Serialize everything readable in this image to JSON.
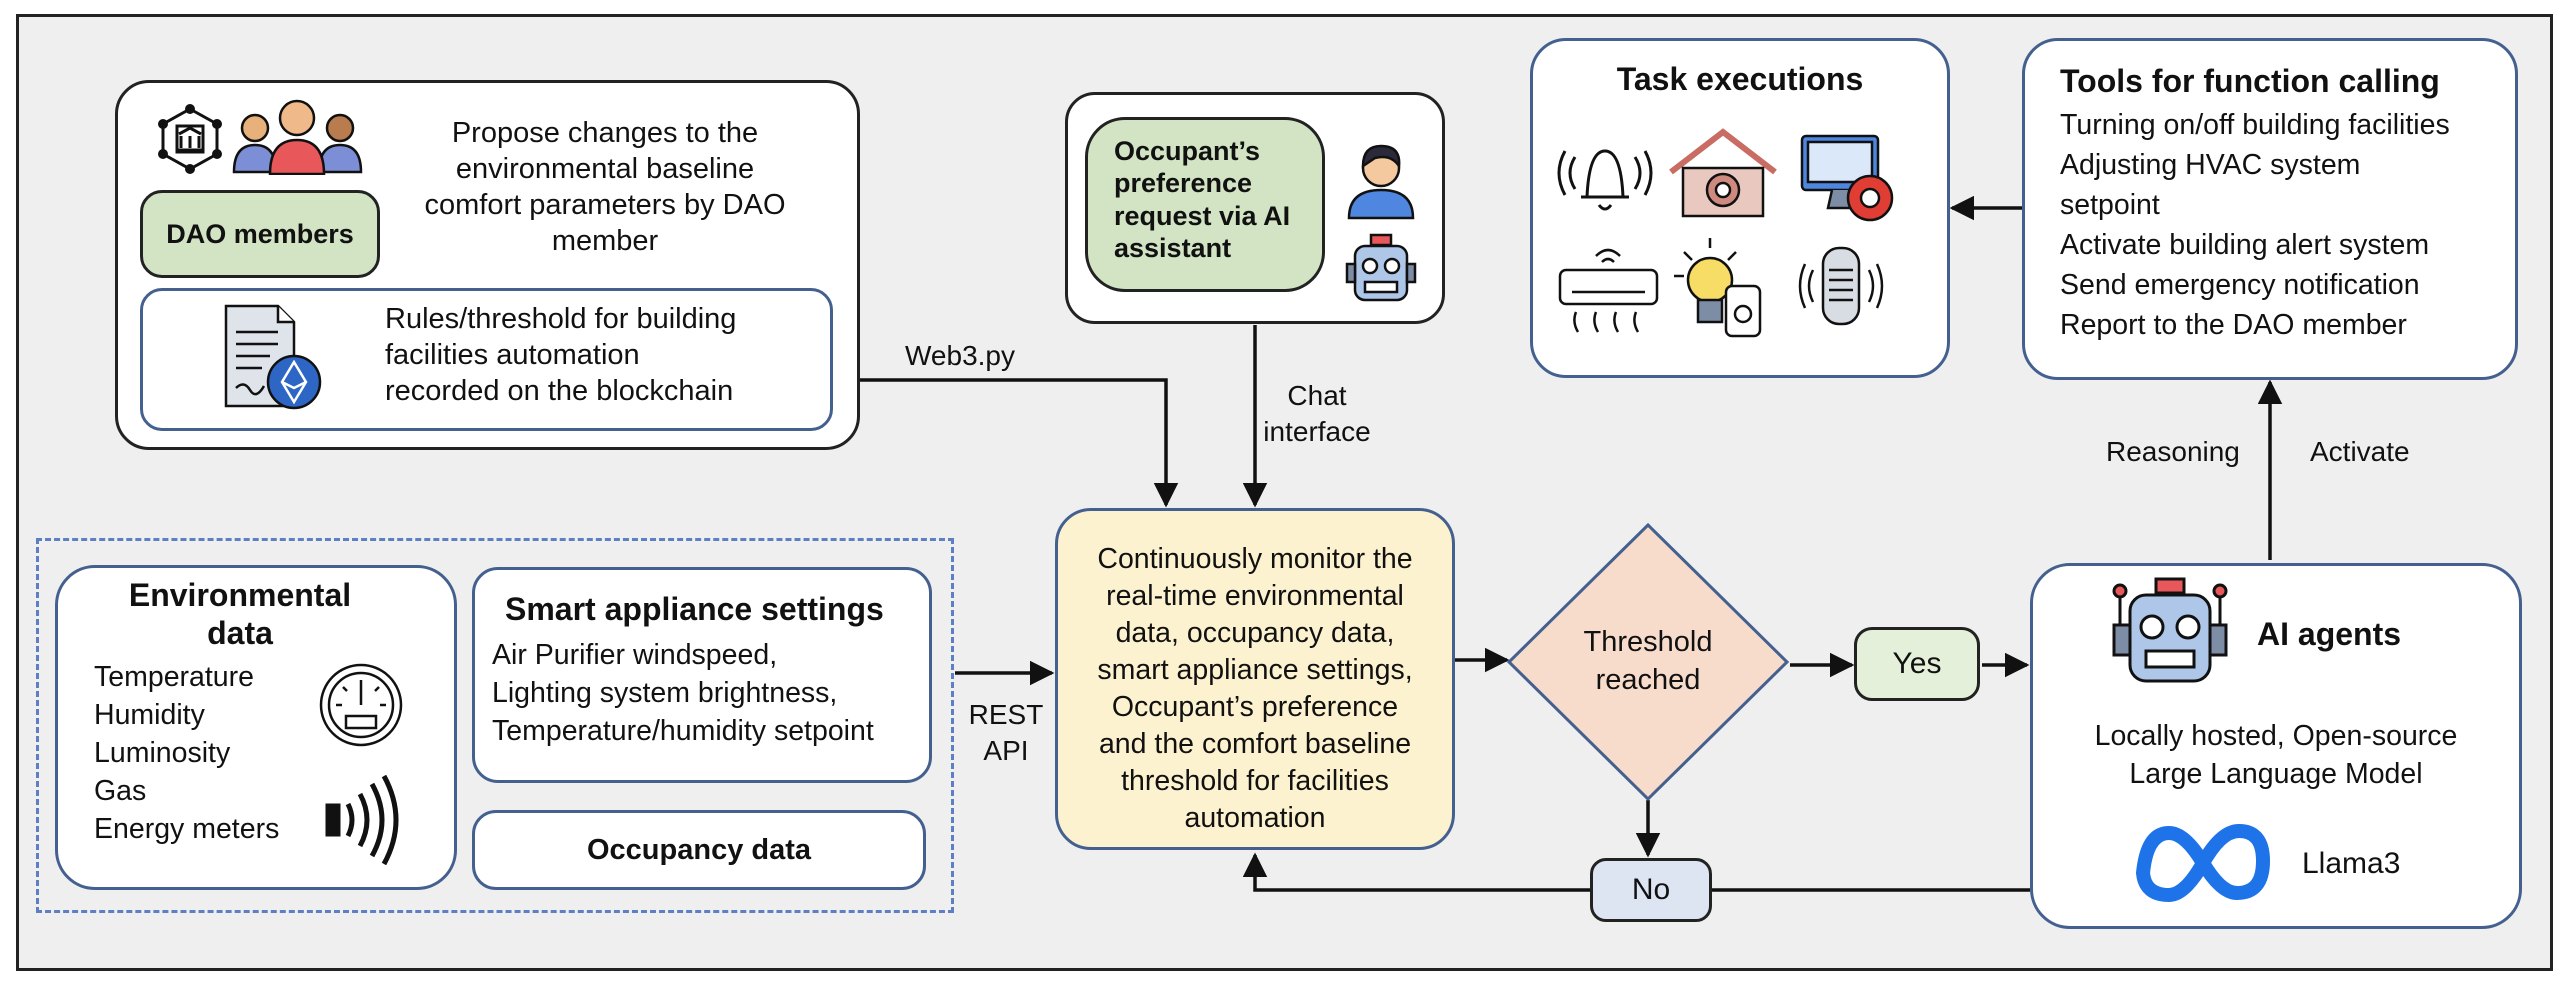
{
  "dao": {
    "members_label": "DAO members",
    "propose_text": "Propose changes to the environmental baseline comfort parameters by DAO member",
    "propose_lines": [
      "Propose changes to the",
      "environmental baseline",
      "comfort parameters by DAO",
      "member"
    ],
    "rules_text": "Rules/threshold for building facilities automation recorded on the blockchain",
    "rules_lines": [
      "Rules/threshold for building",
      "facilities automation",
      "recorded on the blockchain"
    ]
  },
  "occupant": {
    "request_text": "Occupant's preference request via AI assistant",
    "request_lines": [
      "Occupant’s",
      "preference",
      "request via AI",
      "assistant"
    ]
  },
  "task_executions": {
    "title": "Task executions"
  },
  "tools": {
    "title": "Tools for function calling",
    "items": [
      "Turning on/off building facilities",
      "Adjusting HVAC system",
      "setpoint",
      "Activate building alert system",
      "Send emergency notification",
      "Report to the DAO member"
    ]
  },
  "environmental": {
    "title_lines": [
      "Environmental",
      "data"
    ],
    "items": [
      "Temperature",
      "Humidity",
      "Luminosity",
      "Gas",
      "Energy meters"
    ]
  },
  "smart_appliance": {
    "title": "Smart appliance settings",
    "items": [
      "Air Purifier windspeed,",
      "Lighting system brightness,",
      "Temperature/humidity setpoint"
    ]
  },
  "occupancy": {
    "title": "Occupancy data"
  },
  "monitor": {
    "lines": [
      "Continuously monitor the",
      "real-time environmental",
      "data, occupancy data,",
      "smart appliance settings,",
      "Occupant’s preference",
      "and the comfort baseline",
      "threshold for facilities",
      "automation"
    ]
  },
  "decision": {
    "lines": [
      "Threshold",
      "reached"
    ],
    "yes": "Yes",
    "no": "No"
  },
  "ai_agents": {
    "title": "AI agents",
    "desc_lines": [
      "Locally hosted, Open-source",
      "Large Language Model"
    ],
    "model": "Llama3"
  },
  "edges": {
    "web3": "Web3.py",
    "chat": [
      "Chat",
      "interface"
    ],
    "rest": [
      "REST",
      "API"
    ],
    "reasoning": "Reasoning",
    "activate": "Activate"
  },
  "colors": {
    "background": "#efefef",
    "border_blue": "#44608f",
    "dashed_blue": "#5f7fc4",
    "green_fill": "#d2e4c4",
    "yellow_fill": "#fdf2cf",
    "peach_fill": "#f7dccc",
    "yes_fill": "#e4f0da",
    "no_fill": "#dde4f2",
    "meta_blue": "#1e73e8"
  },
  "icons": [
    "dao-network-icon",
    "people-group-icon",
    "blockchain-document-icon",
    "person-avatar-icon",
    "robot-icon",
    "bell-icon",
    "smart-home-gear-icon",
    "computer-gear-icon",
    "air-conditioner-icon",
    "smart-bulb-icon",
    "smart-speaker-icon",
    "gauge-meter-icon",
    "wireless-sensor-icon",
    "ai-robot-icon",
    "meta-logo-icon"
  ]
}
